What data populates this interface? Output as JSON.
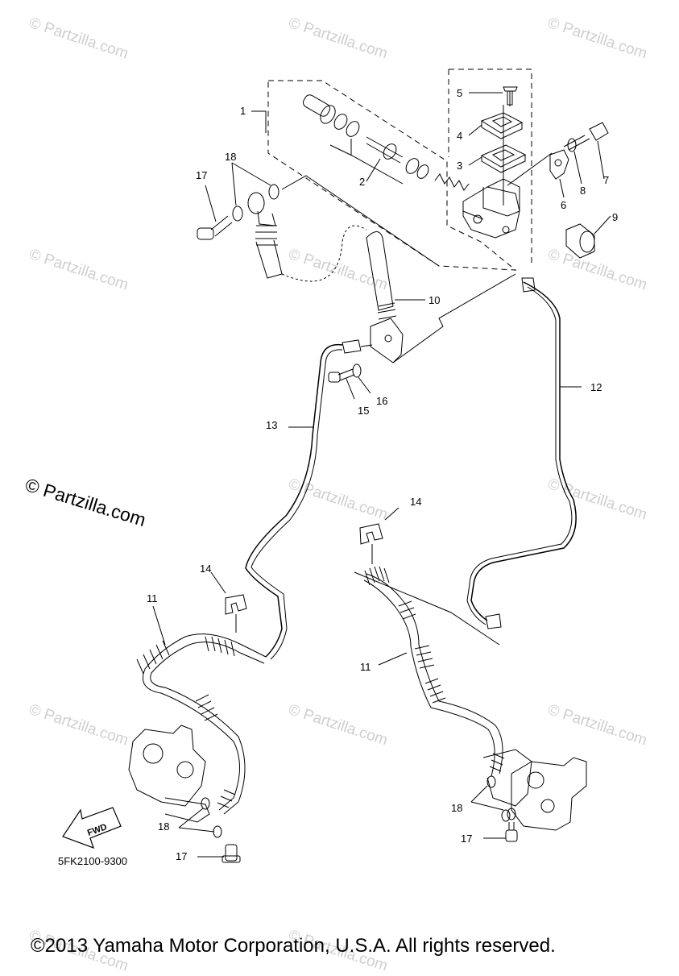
{
  "watermark": {
    "text": "© Partzilla.com",
    "big_text": "© Partzilla.com"
  },
  "callouts": {
    "c1": "1",
    "c2": "2",
    "c3": "3",
    "c4": "4",
    "c5": "5",
    "c6": "6",
    "c7": "7",
    "c8": "8",
    "c9": "9",
    "c10": "10",
    "c11a": "11",
    "c11b": "11",
    "c12": "12",
    "c13": "13",
    "c14a": "14",
    "c14b": "14",
    "c15": "15",
    "c16": "16",
    "c17a": "17",
    "c17b": "17",
    "c17c": "17",
    "c18a": "18",
    "c18b": "18",
    "c18c": "18"
  },
  "fwd_label": "FWD",
  "part_code": "5FK2100-9300",
  "copyright": "©2013 Yamaha Motor Corporation, U.S.A. All rights reserved."
}
